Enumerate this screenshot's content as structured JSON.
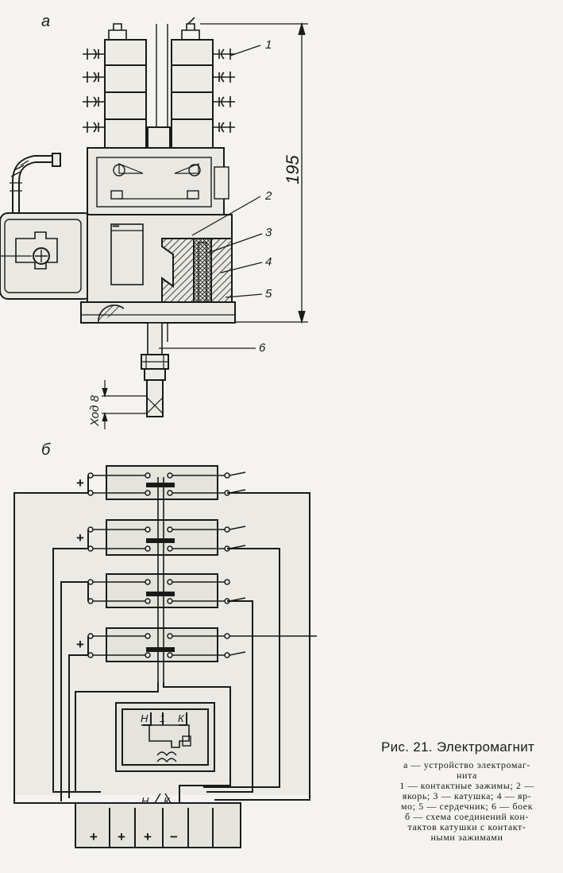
{
  "figure": {
    "panel_a": "а",
    "panel_b": "б",
    "callouts": [
      "1",
      "2",
      "3",
      "4",
      "5",
      "6"
    ],
    "dimension": "195",
    "stroke_label": "Ход 8",
    "polarity": {
      "plus": "+",
      "minus": "−"
    },
    "coil_terminals": {
      "n": "Н",
      "one": "1",
      "k": "К"
    }
  },
  "caption": {
    "title": "Рис. 21. Электромагнит",
    "lines": [
      "а — устройство электромаг-",
      "нита",
      "1 — контактные зажимы; 2 —",
      "якорь; 3 — катушка; 4 — яр-",
      "мо; 5 — сердечник; 6 — боек",
      "б — схема соединений кон-",
      "тактов катушки с контакт-",
      "ными зажимами"
    ]
  },
  "colors": {
    "ink": "#1a1a1a",
    "paper": "#f4f3ef",
    "body_fill": "#e9e8e2"
  }
}
